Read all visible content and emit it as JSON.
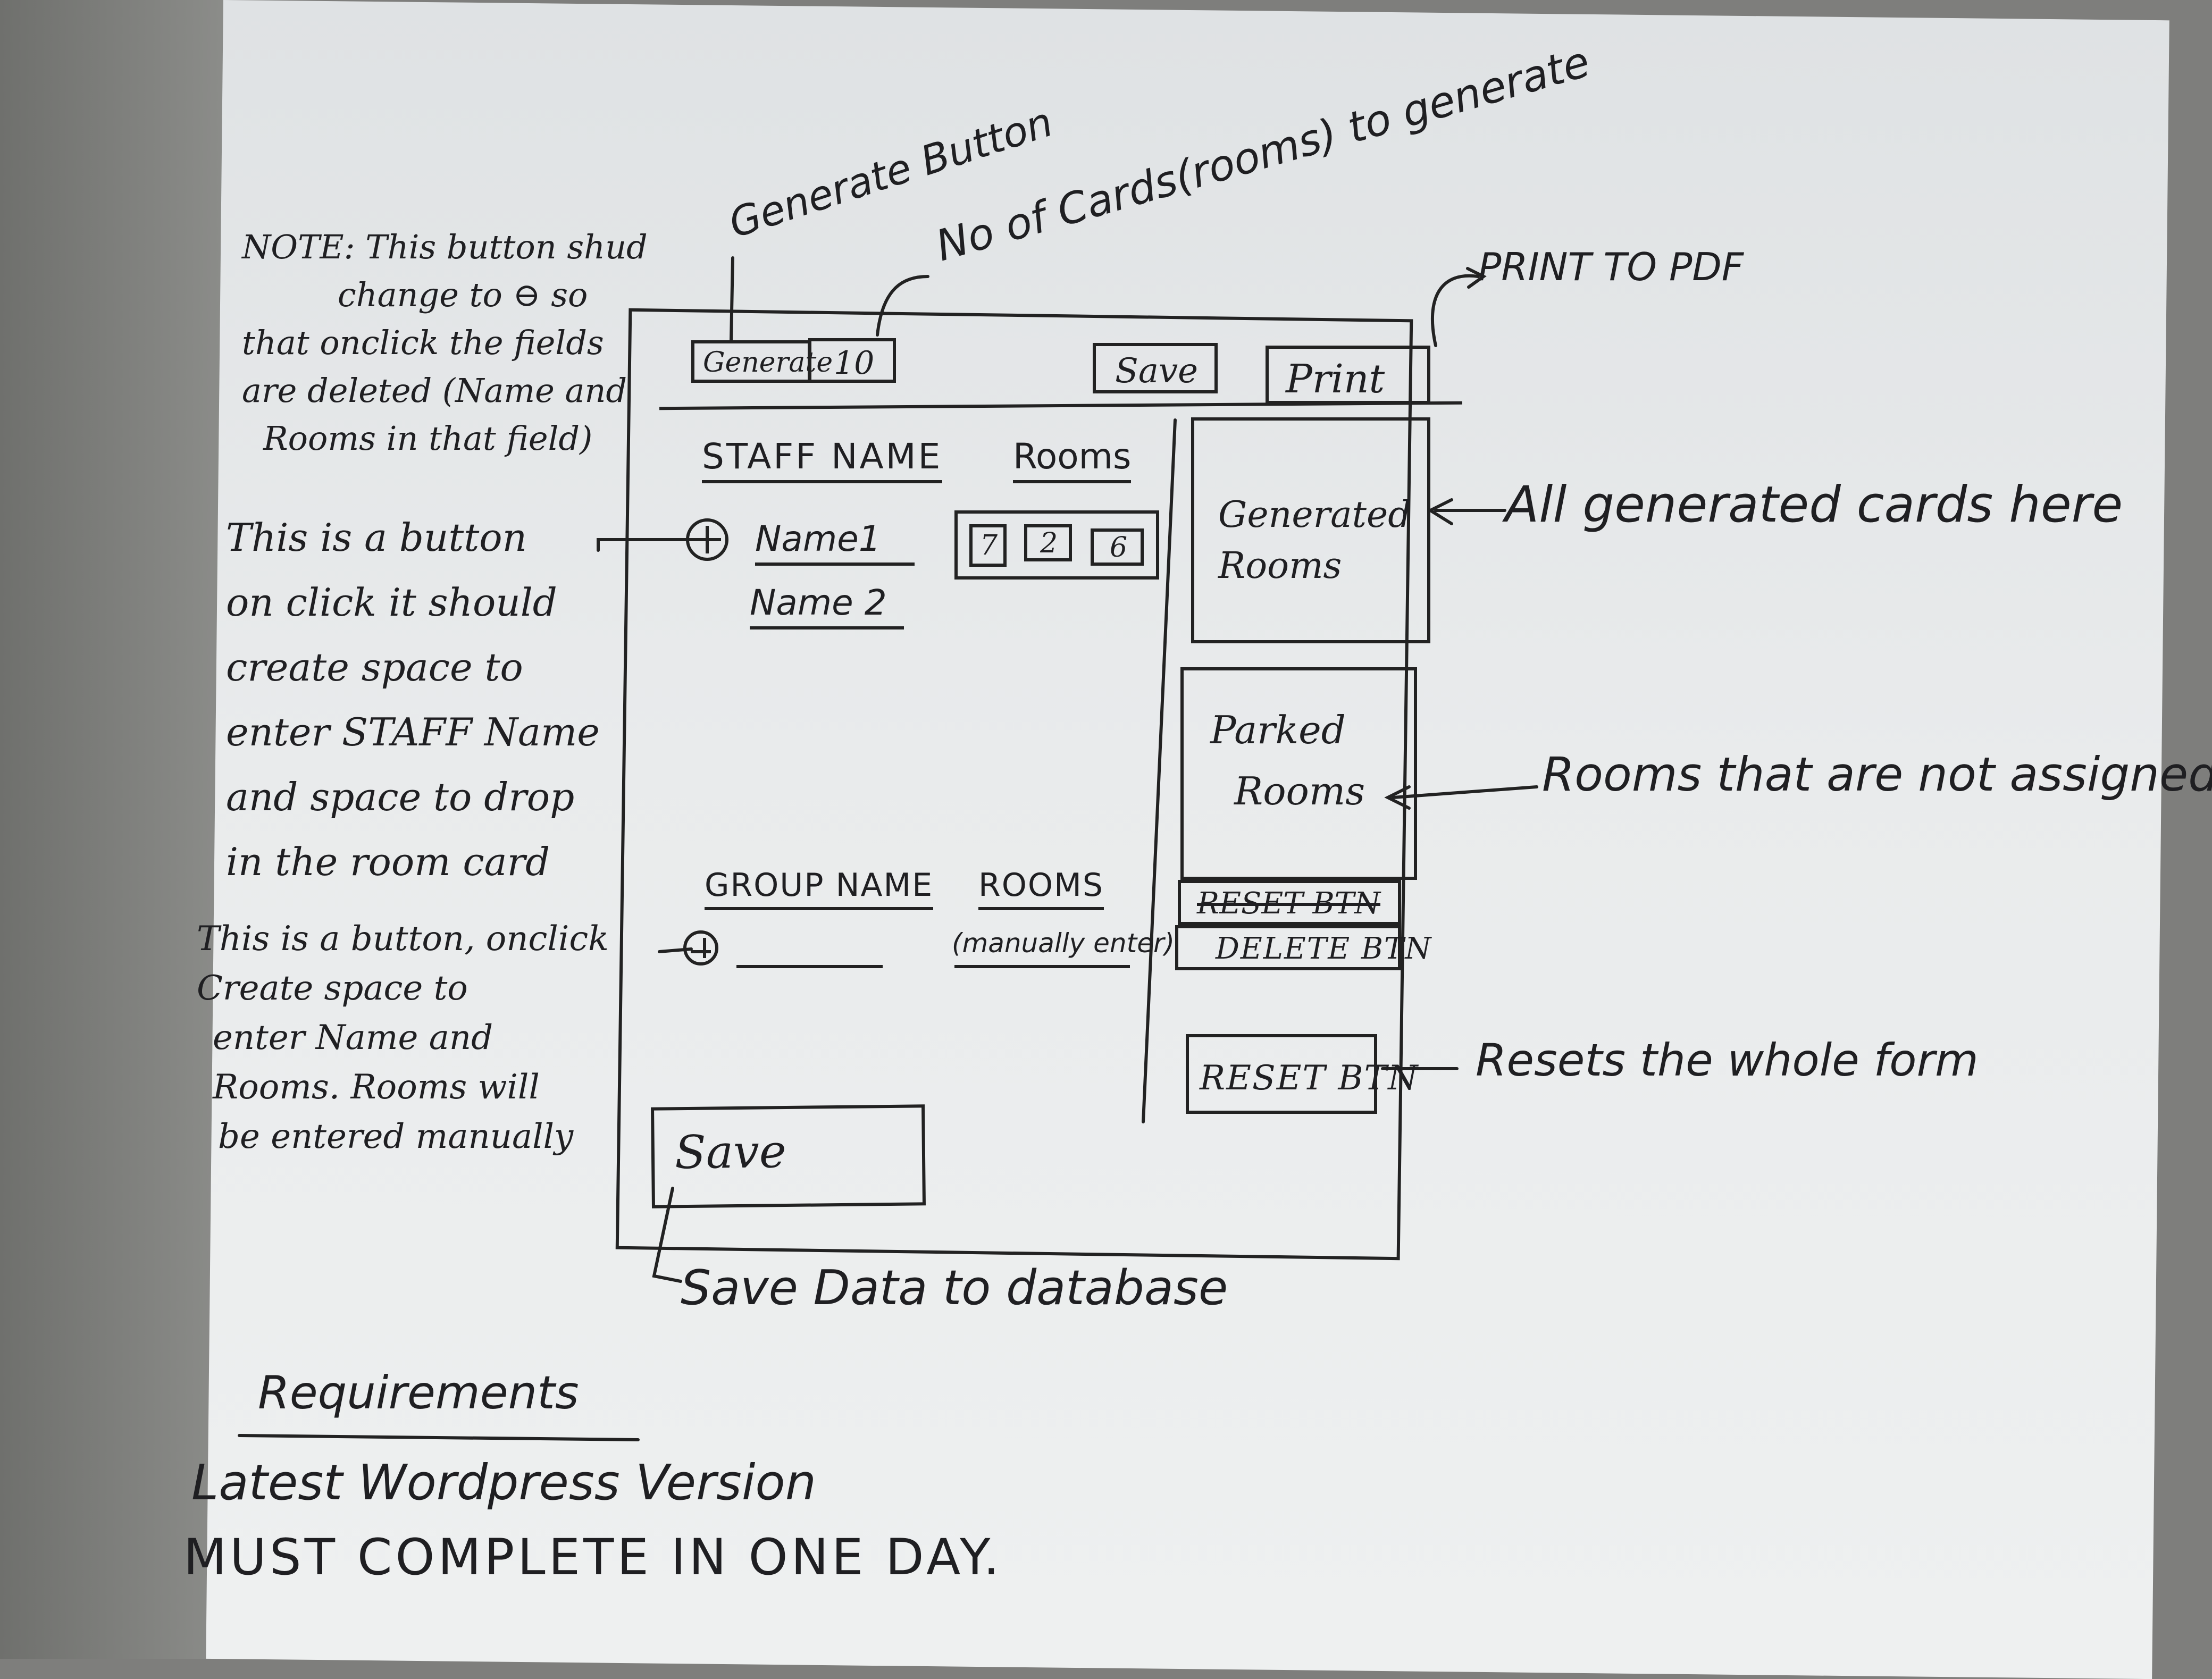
{
  "annotations": {
    "generate_button_label": "Generate Button",
    "no_of_cards_label": "No of Cards(rooms) to generate",
    "print_to_pdf_label": "PRINT TO PDF",
    "note_lines": [
      "NOTE: This button shud",
      "change to ⊖ so",
      "that onclick the fields",
      "are deleted (Name and",
      "Rooms in that field)"
    ],
    "staff_button_note_lines": [
      "This is a button",
      "on click it should",
      "create space to",
      "enter STAFF Name",
      "and space to drop",
      "in the room card"
    ],
    "group_button_note_lines": [
      "This is a button, onclick",
      "Create space to",
      "enter Name and",
      "Rooms. Rooms will",
      "be entered manually"
    ],
    "all_generated_cards": "All generated cards here",
    "rooms_not_assigned": "Rooms that are not assigned",
    "resets_form": "Resets the whole form",
    "save_data": "Save Data to database"
  },
  "toolbar": {
    "generate_label": "Generate",
    "count_value": "10",
    "save_label": "Save",
    "print_label": "Print"
  },
  "staff_section": {
    "name_header": "STAFF NAME",
    "rooms_header": "Rooms",
    "names": [
      "Name1",
      "Name 2"
    ],
    "room_cards": [
      "7",
      "2",
      "6"
    ]
  },
  "group_section": {
    "name_header": "GROUP NAME",
    "rooms_header": "ROOMS",
    "rooms_hint": "(manually enter)"
  },
  "right_panel": {
    "generated_rooms": "Generated Rooms",
    "parked_rooms_line1": "Parked",
    "parked_rooms_line2": "Rooms",
    "struck_label": "RESET BTN",
    "delete_label": "DELETE BTN",
    "reset_label": "RESET BTN"
  },
  "bottom": {
    "save_label": "Save"
  },
  "requirements": {
    "heading": "Requirements",
    "lines": [
      "Latest Wordpress Version",
      "MUST COMPLETE IN ONE DAY."
    ]
  }
}
